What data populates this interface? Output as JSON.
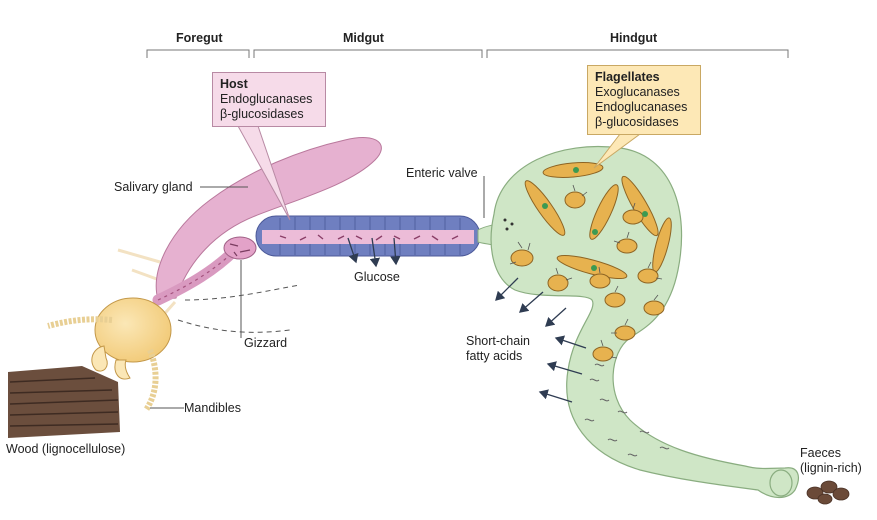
{
  "sections": {
    "foregut": "Foregut",
    "midgut": "Midgut",
    "hindgut": "Hindgut"
  },
  "host_box": {
    "title": "Host",
    "lines": [
      "Endoglucanases",
      "β-glucosidases"
    ]
  },
  "flagellates_box": {
    "title": "Flagellates",
    "lines": [
      "Exoglucanases",
      "Endoglucanases",
      "β-glucosidases"
    ]
  },
  "labels": {
    "salivary_gland": "Salivary gland",
    "enteric_valve": "Enteric valve",
    "glucose": "Glucose",
    "gizzard": "Gizzard",
    "mandibles": "Mandibles",
    "wood": "Wood (lignocellulose)",
    "scfa_line1": "Short-chain",
    "scfa_line2": "fatty acids",
    "faeces_line1": "Faeces",
    "faeces_line2": "(lignin-rich)"
  },
  "colors": {
    "salivary": "#e6b1d0",
    "midgut_band": "#6f7fc0",
    "hindgut": "#cfe6c6",
    "head": "#f7d891",
    "flagellate": "#e7b24f",
    "host_box": "#f6dbe9",
    "flagellates_box": "#fde8b6",
    "wood": "#6b4e3d"
  }
}
